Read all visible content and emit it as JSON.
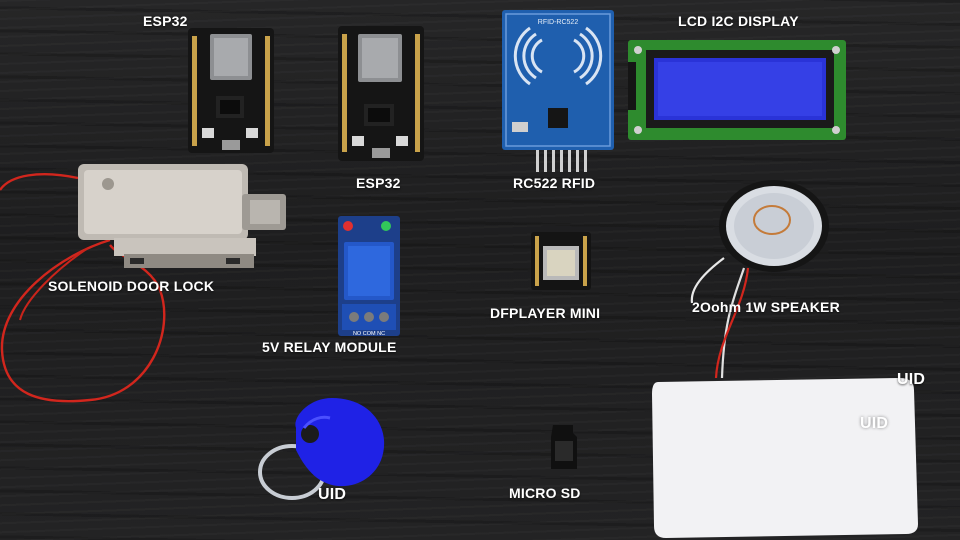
{
  "labels": {
    "esp32_left": "ESP32",
    "esp32_right": "ESP32",
    "rfid": "RC522 RFID",
    "lcd": "LCD I2C DISPLAY",
    "solenoid": "SOLENOID DOOR LOCK",
    "relay": "5V  RELAY MODULE",
    "dfplayer": "DFPLAYER MINI",
    "speaker": "2Oohm 1W SPEAKER",
    "uid_tag": "UID",
    "micro_sd": "MICRO SD",
    "uid_card_outside": "UID",
    "uid_card_inside": "UID"
  },
  "component_text": {
    "rfid_silk": "RFID-RC522",
    "relay_terminals": "NO COM NC"
  },
  "colors": {
    "background": "#1e1e1f",
    "label_text": "#ffffff",
    "esp32_board": "#151515",
    "rfid_pcb": "#1f5fae",
    "lcd_pcb": "#2e8b2e",
    "lcd_screen": "#2a33d8",
    "relay_block": "#2458c9",
    "terminal_block": "#1f4fb5",
    "key_fob": "#1f22e6",
    "card": "#f2f2f4",
    "wire_red": "#d2261d"
  }
}
